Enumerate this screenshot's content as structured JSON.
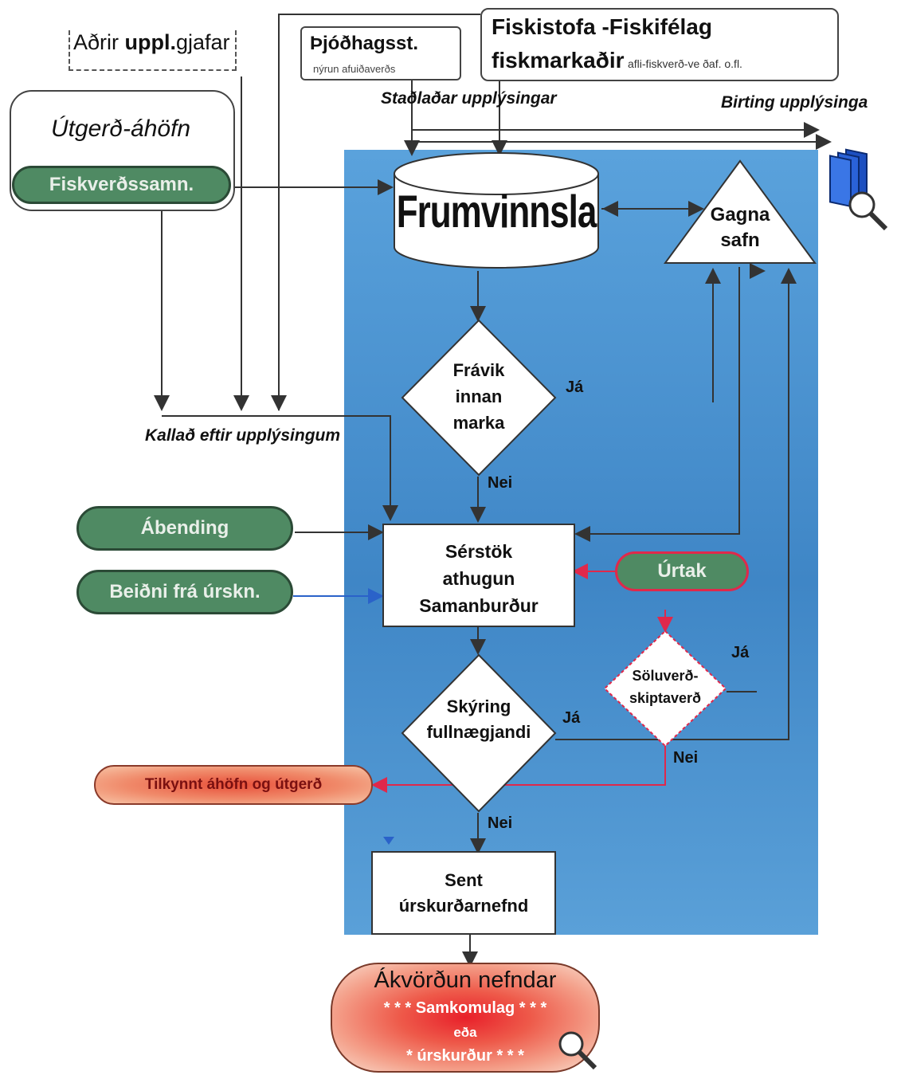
{
  "sources": {
    "adrir": {
      "plain": "Aðrir ",
      "bold": "uppl.",
      "rest": "gjafar"
    },
    "thjodhag": {
      "title": "Þjóðhagsst.",
      "sub": "nýrun afuiðaverðs"
    },
    "fiskistofa": {
      "line1": "Fiskistofa -Fiskifélag",
      "line2": "fiskmarkaðir",
      "line2_small": "afli-fiskverð-ve ðaf. o.fl."
    }
  },
  "utgerd": {
    "title": "Útgerð-áhöfn",
    "pill": "Fiskverðssamn."
  },
  "labels": {
    "stadladar": "Staðlaðar upplýsingar",
    "birting": "Birting upplýsinga",
    "kallad": "Kallað eftir upplýsingum"
  },
  "nodes": {
    "frumvinnsla": "Frumvinnsla",
    "gagnasafn": [
      "Gagna",
      "safn"
    ],
    "fravik": [
      "Frávik",
      "innan",
      "marka"
    ],
    "serstok": [
      "Sérstök",
      "athugun",
      "Samanburður"
    ],
    "skyring": [
      "Skýring",
      "fullnægjandi"
    ],
    "soluverd": [
      "Söluverð-",
      "skiptaverð"
    ],
    "sent": [
      "Sent",
      "úrskurðarnefnd"
    ],
    "akvordun": {
      "title": "Ákvörðun nefndar",
      "line1": "* * * Samkomulag * * *",
      "line2": "eða",
      "line3": "* úrskurður * * *"
    }
  },
  "inputs": {
    "abending": "Ábending",
    "beidni": "Beiðni frá úrskn.",
    "urtak": "Úrtak",
    "tilkynnt": "Tilkynnt áhöfn og útgerð"
  },
  "answers": {
    "ja": "Já",
    "nei": "Nei"
  },
  "colors": {
    "panel": "#4a93d0",
    "green": "#4f8a63",
    "red_accent": "#e0284b",
    "blue_arrow": "#2a62c9"
  }
}
